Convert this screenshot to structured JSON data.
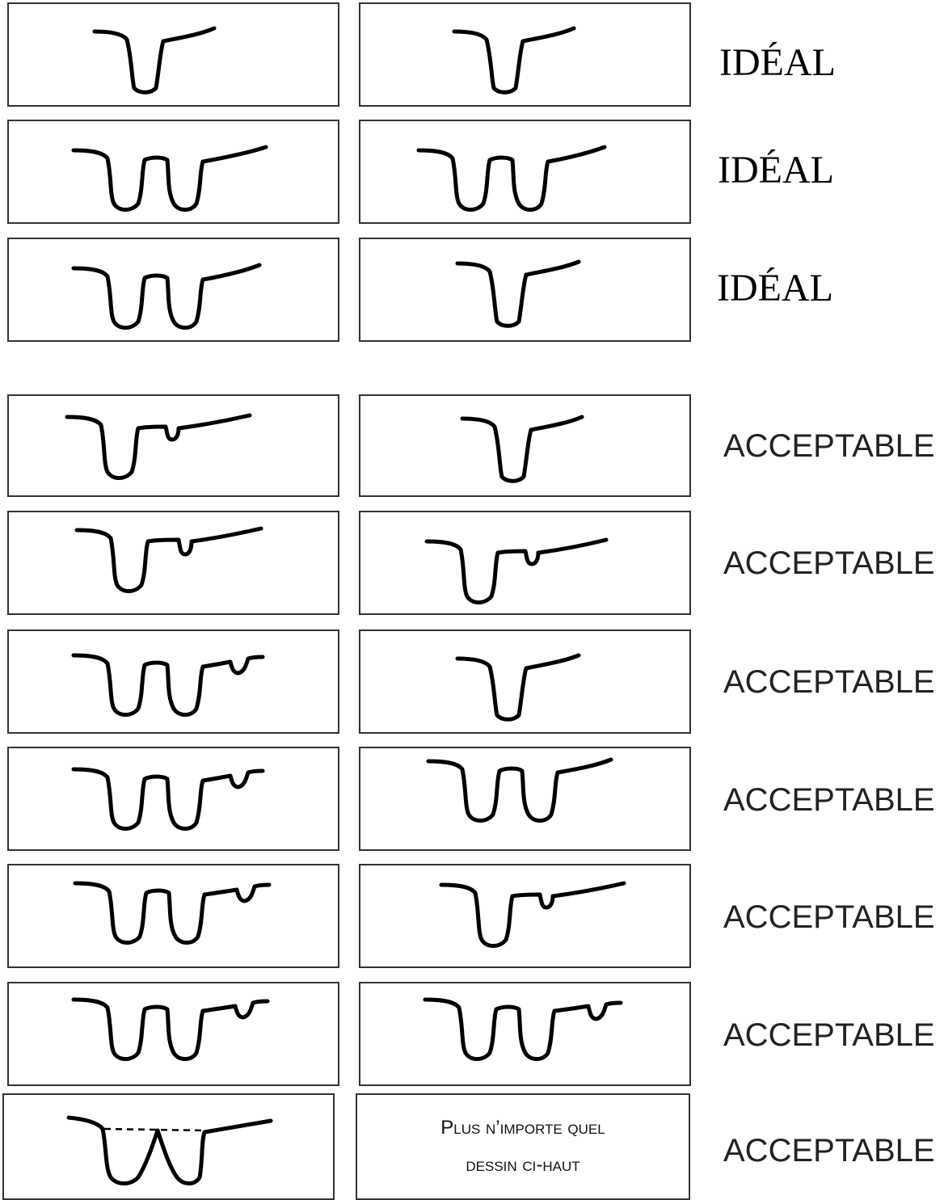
{
  "rows": [
    {
      "label": "IDÉAL",
      "left": "single-tooth",
      "right": "single-tooth"
    },
    {
      "label": "IDÉAL",
      "left": "double-tooth",
      "right": "double-tooth"
    },
    {
      "label": "IDÉAL",
      "left": "double-tooth",
      "right": "single-tooth"
    },
    {
      "label": "ACCEPTABLE",
      "left": "single-tooth-with-bump",
      "right": "single-tooth"
    },
    {
      "label": "ACCEPTABLE",
      "left": "single-tooth-with-bump",
      "right": "single-tooth-with-bump"
    },
    {
      "label": "ACCEPTABLE",
      "left": "double-tooth-with-bump",
      "right": "single-tooth"
    },
    {
      "label": "ACCEPTABLE",
      "left": "double-tooth-with-bump",
      "right": "double-tooth"
    },
    {
      "label": "ACCEPTABLE",
      "left": "double-tooth-with-bump",
      "right": "single-tooth-with-bump"
    },
    {
      "label": "ACCEPTABLE",
      "left": "double-tooth-with-bump",
      "right": "double-tooth-with-bump"
    },
    {
      "label": "ACCEPTABLE",
      "left": "split-double-tooth-dashed",
      "right": "text"
    }
  ],
  "last_panel_text": {
    "line1": "Plus n’importe quel",
    "line2": "dessin ci-haut"
  }
}
